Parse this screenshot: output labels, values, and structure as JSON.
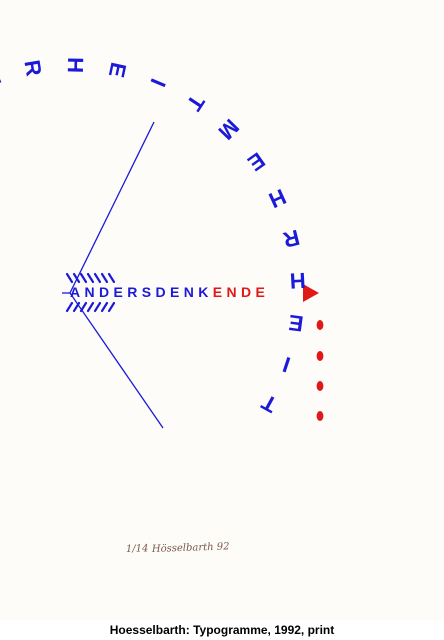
{
  "artwork": {
    "arc_text": "MEHRHEITMEHRHEITMEHRHEIT",
    "arrow_text_main": "ANDERSDENK",
    "arrow_text_end": "ENDE",
    "edition": "1/14",
    "signature": "Hösselbarth 92",
    "colors": {
      "blue": "#1a1ad8",
      "red": "#e01818",
      "pencil": "#7a5a4a",
      "paper": "#fdfcf8"
    }
  },
  "caption": "Hoesselbarth: Typogramme, 1992, print"
}
